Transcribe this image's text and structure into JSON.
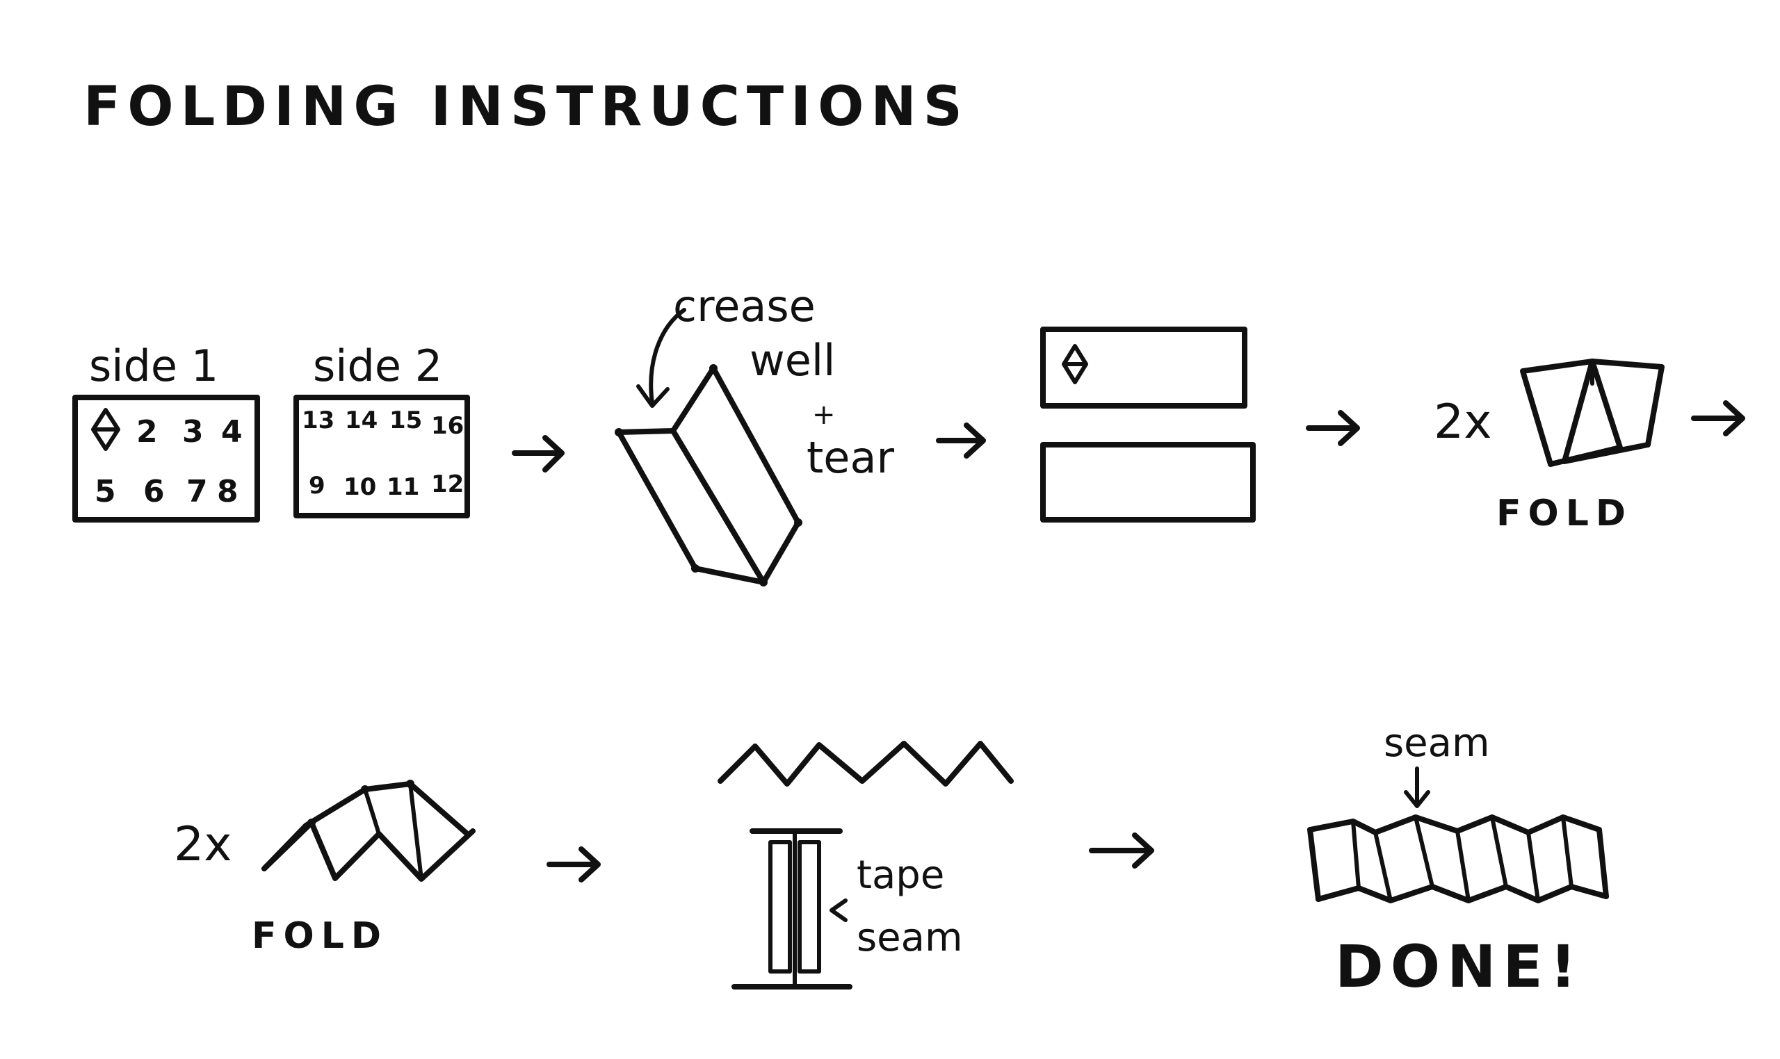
{
  "title": "FOLDING INSTRUCTIONS",
  "step1": {
    "side1_label": "side 1",
    "side2_label": "side 2",
    "side1_cells": [
      "2",
      "3",
      "4",
      "5",
      "6",
      "7",
      "8"
    ],
    "side2_top": [
      "13",
      "14",
      "15",
      "16"
    ],
    "side2_bottom": [
      "9",
      "10",
      "11",
      "12"
    ]
  },
  "step2": {
    "crease_label": "crease",
    "well_label": "well",
    "plus_label": "+",
    "tear_label": "tear"
  },
  "step4": {
    "multiplier": "2x",
    "fold_label": "FOLD"
  },
  "step5": {
    "multiplier": "2x",
    "fold_label": "FOLD"
  },
  "step6": {
    "tape_label": "tape",
    "seam_label": "seam"
  },
  "step7": {
    "seam_label": "seam",
    "done_label": "DONE!"
  },
  "colors": {
    "ink": "#111111",
    "paper": "#ffffff"
  }
}
